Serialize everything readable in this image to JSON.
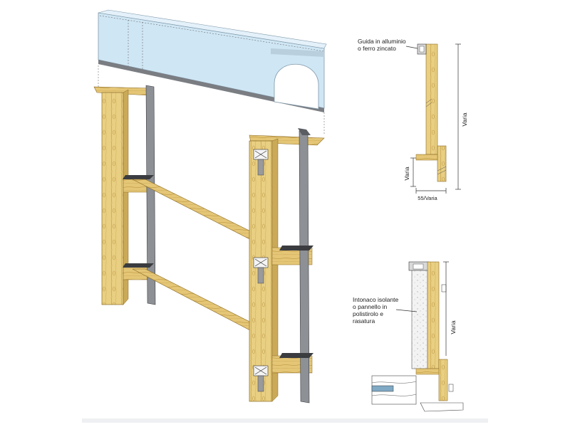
{
  "labels": {
    "guide_line1": "Guida in alluminio",
    "guide_line2": "o ferro zincato",
    "dim_varia_top": "Varia",
    "dim_varia_left": "Varia",
    "dim_55_varia": "55/Varia",
    "plaster_line1": "Intonaco isolante",
    "plaster_line2": "o pannello in",
    "plaster_line3": "polistirolo e",
    "plaster_line4": "rasatura",
    "dim_varia_bottom": "Varia"
  },
  "colors": {
    "wood": "#e9cf82",
    "wood_dark": "#b9953f",
    "wood_edge": "#8a6a25",
    "box_blue": "#cfe6f4",
    "metal": "#8d9095",
    "metal_dark": "#3a3c40",
    "insulation": "#f0f0f0"
  }
}
